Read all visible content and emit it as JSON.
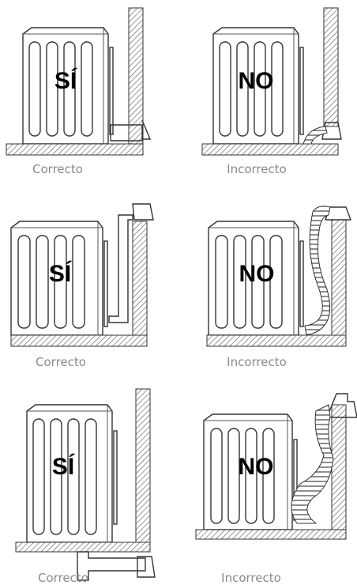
{
  "panels": [
    {
      "verdict": "SÍ",
      "caption": "Correcto"
    },
    {
      "verdict": "NO",
      "caption": "Incorrecto"
    },
    {
      "verdict": "SÍ",
      "caption": "Correcto"
    },
    {
      "verdict": "NO",
      "caption": "Incorrecto"
    },
    {
      "verdict": "SÍ",
      "caption": "Correcto"
    },
    {
      "verdict": "NO",
      "caption": "Incorrecto"
    }
  ],
  "colors": {
    "hatch": "#555555",
    "line": "#333333",
    "caption": "#8a8a8a"
  }
}
